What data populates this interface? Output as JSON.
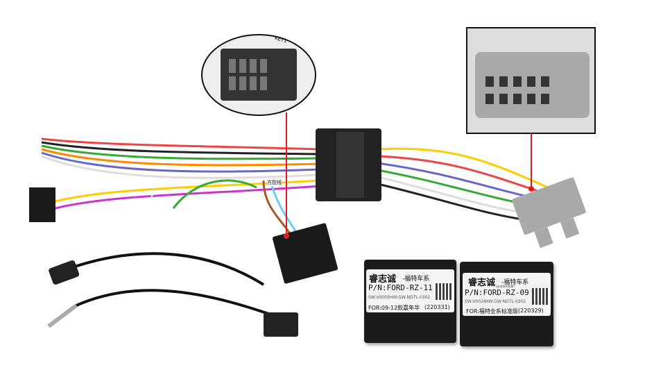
{
  "product_photo": {
    "module_1": {
      "brand": "睿志诚",
      "series": "-福特车系",
      "part_number": "P/N:FORD-RZ-11",
      "software": "SW:V0009",
      "hardware": "HW:GW-ND7L-0302",
      "fitment": "FOR:09-12款嘉年华",
      "date_code": "(220331)"
    },
    "module_2": {
      "brand": "睿志诚",
      "series": "-福特车系",
      "subnote": "(支持360背景)",
      "part_number": "P/N:FORD-RZ-09",
      "software": "SW:V0026",
      "hardware": "HW:GW-ND7L-0302",
      "fitment": "FOR:福特全系标准版",
      "date_code": "(220329)"
    },
    "tags": {
      "key_tag": "KEY1",
      "steering_tag": "方控线"
    },
    "colors": {
      "callout_line": "#d62020",
      "gray_connector": "#a9a9a9",
      "module": "#1b1b1b"
    }
  }
}
